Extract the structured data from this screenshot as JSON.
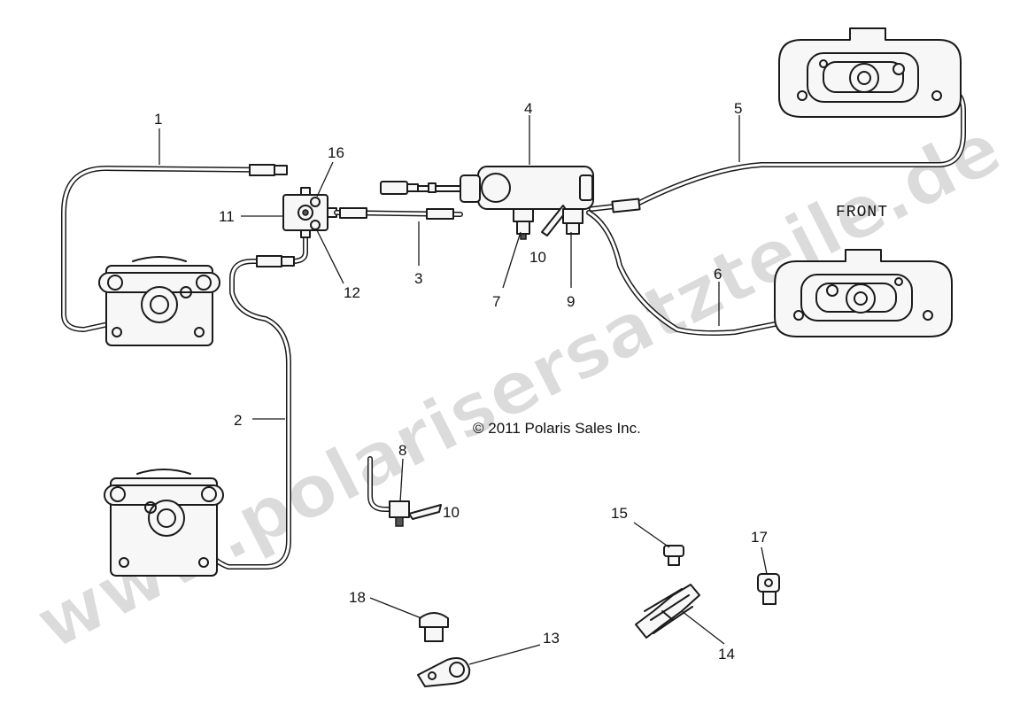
{
  "watermark": "www.polarisersatzteile.de",
  "copyright": "© 2011 Polaris Sales Inc.",
  "front_label": "FRONT",
  "callouts": {
    "c1": "1",
    "c2": "2",
    "c3": "3",
    "c4": "4",
    "c5": "5",
    "c6": "6",
    "c7": "7",
    "c8": "8",
    "c9": "9",
    "c10a": "10",
    "c10b": "10",
    "c11": "11",
    "c12": "12",
    "c13": "13",
    "c14": "14",
    "c15": "15",
    "c16": "16",
    "c17": "17",
    "c18": "18"
  }
}
